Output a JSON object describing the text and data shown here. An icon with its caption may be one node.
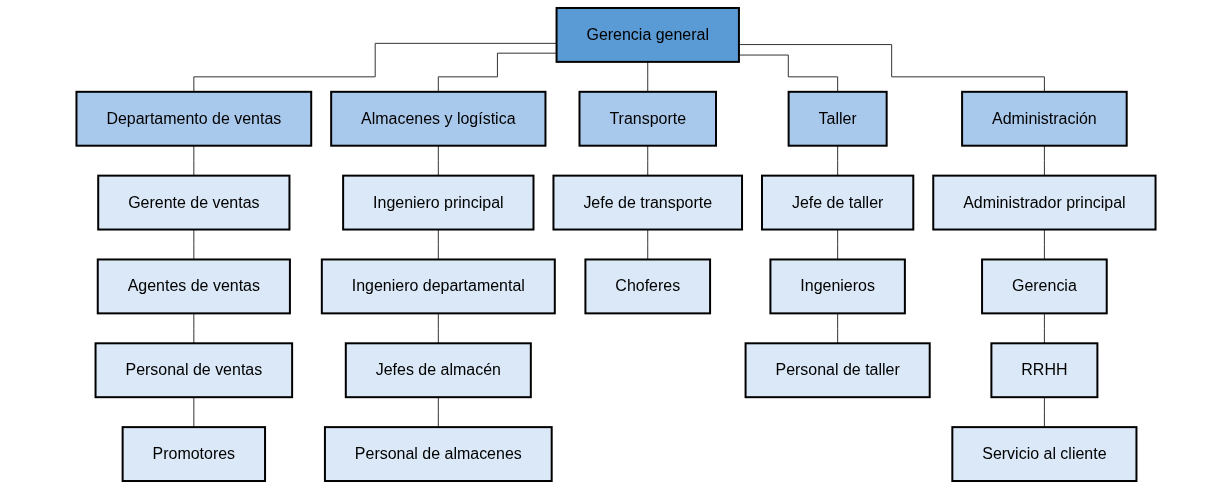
{
  "diagram": {
    "nodes": [
      {
        "text": [
          "Gerencia general"
        ]
      },
      {
        "text": [
          "Departamento de ventas"
        ]
      },
      {
        "text": [
          "Gerente de ventas"
        ]
      },
      {
        "text": [
          "Agentes de ventas"
        ]
      },
      {
        "text": [
          "Personal de ventas"
        ]
      },
      {
        "text": [
          "Promotores"
        ]
      },
      {
        "text": [
          "Almacenes y logística"
        ]
      },
      {
        "text": [
          "Ingeniero principal"
        ]
      },
      {
        "text": [
          "Ingeniero departamental"
        ]
      },
      {
        "text": [
          "Jefes de almacén"
        ]
      },
      {
        "text": [
          "Personal de almacenes"
        ]
      },
      {
        "text": [
          "Transporte"
        ]
      },
      {
        "text": [
          "Jefe de transporte"
        ]
      },
      {
        "text": [
          "Choferes"
        ]
      },
      {
        "text": [
          "Taller"
        ]
      },
      {
        "text": [
          "Jefe de taller"
        ]
      },
      {
        "text": [
          "Ingenieros"
        ]
      },
      {
        "text": [
          "Personal de taller"
        ]
      },
      {
        "text": [
          "Administración"
        ]
      },
      {
        "text": [
          "Administrador principal"
        ]
      },
      {
        "text": [
          "Gerencia"
        ]
      },
      {
        "text": [
          "RRHH"
        ]
      },
      {
        "text": [
          "Servicio al cliente"
        ]
      }
    ],
    "edges": [
      {
        "from": 0,
        "to": 1,
        "arrow": "none"
      },
      {
        "from": 1,
        "to": 2,
        "arrow": "none"
      },
      {
        "from": 2,
        "to": 3,
        "arrow": "none"
      },
      {
        "from": 3,
        "to": 4,
        "arrow": "none"
      },
      {
        "from": 4,
        "to": 5,
        "arrow": "none"
      },
      {
        "from": 0,
        "to": 6,
        "arrow": "none"
      },
      {
        "from": 6,
        "to": 7,
        "arrow": "none"
      },
      {
        "from": 7,
        "to": 8,
        "arrow": "none"
      },
      {
        "from": 8,
        "to": 9,
        "arrow": "none"
      },
      {
        "from": 9,
        "to": 10,
        "arrow": "none"
      },
      {
        "from": 0,
        "to": 11,
        "arrow": "none"
      },
      {
        "from": 11,
        "to": 12,
        "arrow": "none"
      },
      {
        "from": 12,
        "to": 13,
        "arrow": "none"
      },
      {
        "from": 0,
        "to": 14,
        "arrow": "none"
      },
      {
        "from": 14,
        "to": 15,
        "arrow": "none"
      },
      {
        "from": 15,
        "to": 16,
        "arrow": "none"
      },
      {
        "from": 16,
        "to": 17,
        "arrow": "none"
      },
      {
        "from": 0,
        "to": 18,
        "arrow": "none"
      },
      {
        "from": 18,
        "to": 19,
        "arrow": "none"
      },
      {
        "from": 19,
        "to": 20,
        "arrow": "none"
      },
      {
        "from": 20,
        "to": 21,
        "arrow": "none"
      },
      {
        "from": 21,
        "to": 22,
        "arrow": "none"
      }
    ]
  }
}
